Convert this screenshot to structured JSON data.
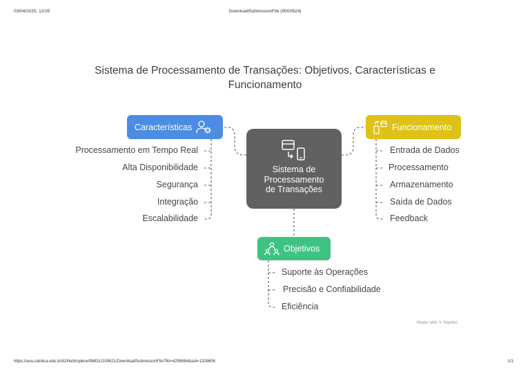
{
  "page_header": {
    "datetime": "03/04/2025, 13:05",
    "doc_title": "DownloadSubmissionFile (900X624)"
  },
  "page_footer": {
    "url": "https://ava.catolica.edu.br/d2l/le/dropbox/98831/109621/DownloadSubmissionFile?fid=4299684&sid=1328606",
    "page": "1/1"
  },
  "diagram": {
    "title_line1": "Sistema de Processamento de Transações: Objetivos, Características e",
    "title_line2": "Funcionamento",
    "center": {
      "line1": "Sistema de",
      "line2": "Processamento",
      "line3": "de Transações",
      "icon": "card-phone-icon"
    },
    "caracteristicas": {
      "label": "Características",
      "color": "#4c8de3",
      "icon": "user-gear-icon",
      "items": [
        "Processamento em Tempo Real",
        "Alta Disponibilidade",
        "Segurança",
        "Integração",
        "Escalabilidade"
      ]
    },
    "funcionamento": {
      "label": "Funcionamento",
      "color": "#dfc218",
      "icon": "device-transfer-icon",
      "items": [
        "Entrada de Dados",
        "Processamento",
        "Armazenamento",
        "Saída de Dados",
        "Feedback"
      ]
    },
    "objetivos": {
      "label": "Objetivos",
      "color": "#3ec383",
      "icon": "team-icon",
      "items": [
        "Suporte às Operações",
        "Precisão e Confiabilidade",
        "Eficiência"
      ]
    },
    "watermark": "Made with",
    "watermark_brand": "Napkin"
  }
}
